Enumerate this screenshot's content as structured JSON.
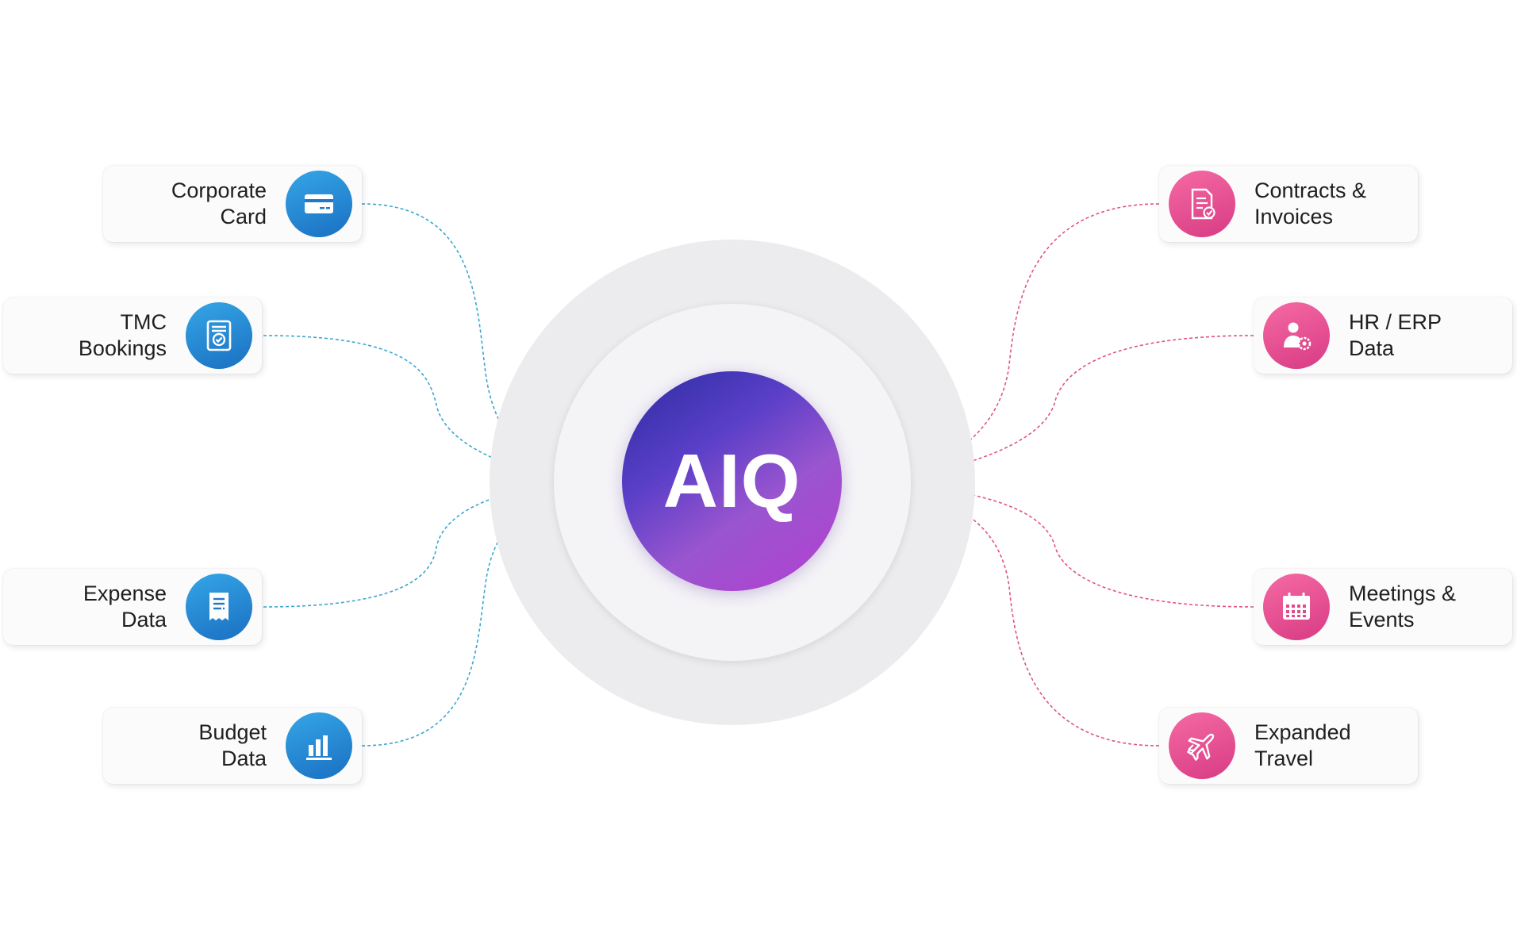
{
  "hub": {
    "label": "AIQ"
  },
  "sources_left": [
    {
      "line1": "Corporate",
      "line2": "Card",
      "icon": "credit-card-icon"
    },
    {
      "line1": "TMC",
      "line2": "Bookings",
      "icon": "booking-document-icon"
    },
    {
      "line1": "Expense",
      "line2": "Data",
      "icon": "receipt-icon"
    },
    {
      "line1": "Budget",
      "line2": "Data",
      "icon": "bar-chart-icon"
    }
  ],
  "sources_right": [
    {
      "line1": "Contracts &",
      "line2": "Invoices",
      "icon": "contract-document-icon"
    },
    {
      "line1": "HR / ERP",
      "line2": "Data",
      "icon": "user-gear-icon"
    },
    {
      "line1": "Meetings &",
      "line2": "Events",
      "icon": "calendar-icon"
    },
    {
      "line1": "Expanded",
      "line2": "Travel",
      "icon": "airplane-icon"
    }
  ],
  "colors": {
    "left_accent": "#1e88d2",
    "right_accent": "#e04b8c",
    "left_line": "#3aa7cf",
    "right_line": "#e0557f",
    "hub_gradient_start": "#2a2ca0",
    "hub_gradient_end": "#b43ed0"
  }
}
